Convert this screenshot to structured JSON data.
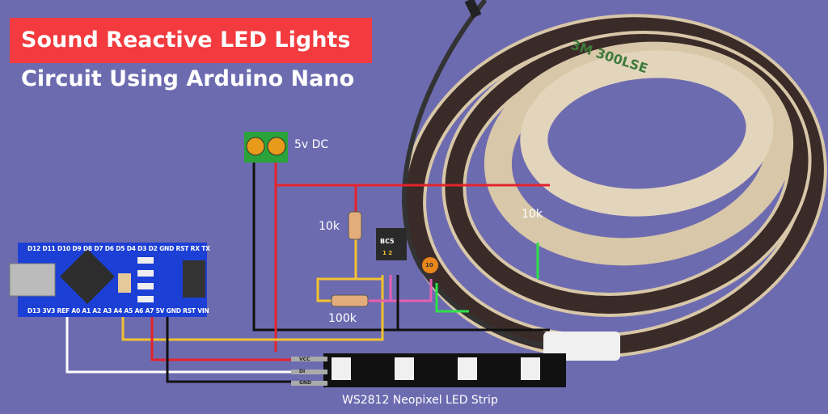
{
  "title": {
    "line1": "Sound Reactive LED Lights",
    "line2": "Circuit Using Arduino Nano"
  },
  "labels": {
    "power": "5v DC",
    "resistor_top": "10k",
    "resistor_bottom": "100k",
    "resistor_right": "10k",
    "transistor": "BC5",
    "transistor_pins": "1 2",
    "capacitor": "10"
  },
  "nano": {
    "top_pins": "D12 D11 D10 D9  D8  D7  D6  D5  D4  D3  D2  GND RST RX  TX",
    "bottom_pins": "D13 3V3 REF A0  A1  A2  A3  A4  A5  A6  A7  5V GND RST VIN"
  },
  "strip": {
    "vcc": "VCC",
    "di": "DI",
    "gnd": "GND",
    "caption": "WS2812 Neopixel LED Strip"
  },
  "reel_marking": "3M 300LSE",
  "colors": {
    "background": "#6d6bb0",
    "title_bg": "#f23a3f",
    "board": "#1c3fd6"
  }
}
